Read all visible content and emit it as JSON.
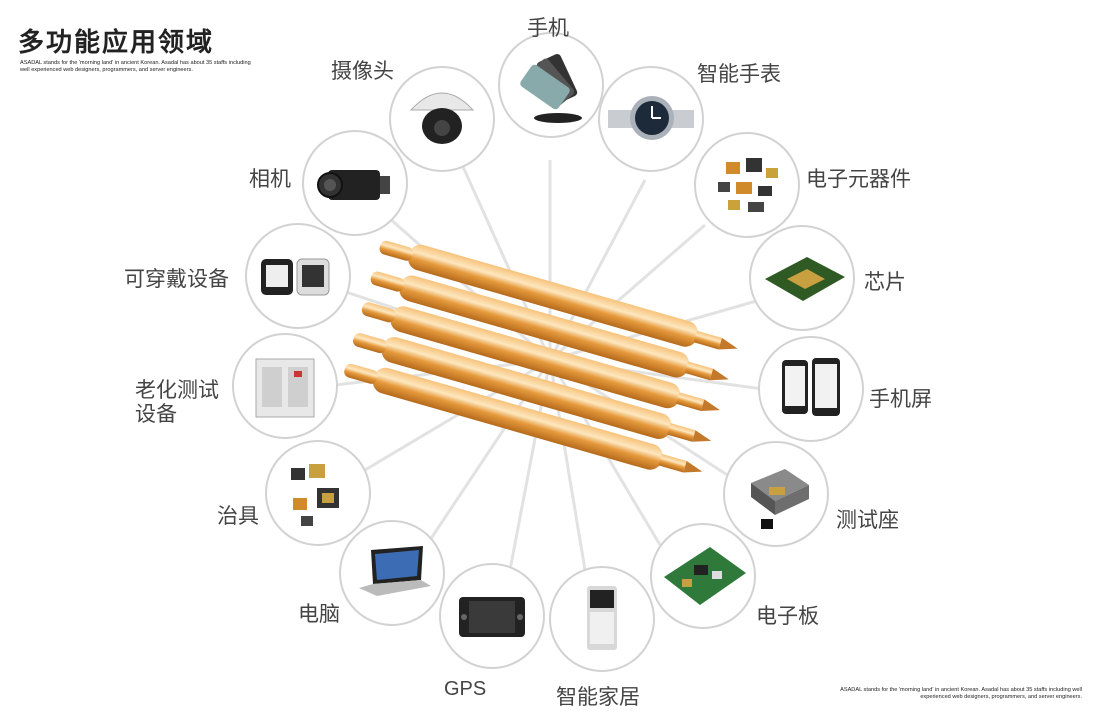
{
  "title": "多功能应用领域",
  "note_top": "ASADAL stands for the 'morning land' in ancient Korean. Asadal has about 35 staffs including well experienced web designers, programmers, and server engineers.",
  "note_bottom": "ASADAL stands for the 'morning land' in ancient Korean. Asadal has about 35 staffs including well experienced web designers, programmers, and server engineers.",
  "apps": {
    "phone": "手机",
    "smartwatch": "智能手表",
    "components": "电子元器件",
    "chip": "芯片",
    "phone_screen": "手机屏",
    "test_socket": "测试座",
    "pcb": "电子板",
    "smart_home": "智能家居",
    "gps": "GPS",
    "computer": "电脑",
    "fixture": "治具",
    "aging_test_line1": "老化测试",
    "aging_test_line2": "设备",
    "wearable": "可穿戴设备",
    "camera": "相机",
    "cctv": "摄像头"
  }
}
